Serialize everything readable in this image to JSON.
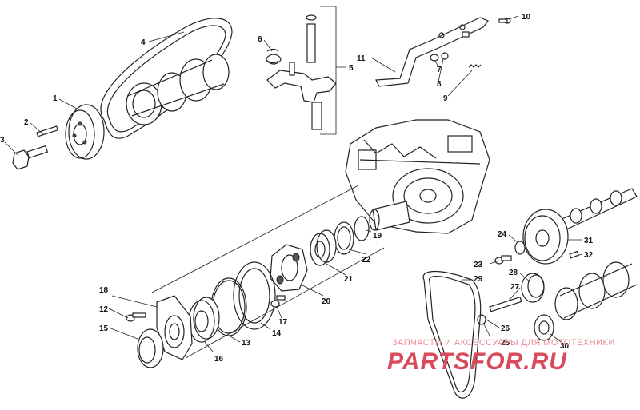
{
  "callouts": {
    "c1": "1",
    "c2": "2",
    "c3": "3",
    "c4": "4",
    "c5": "5",
    "c6": "6",
    "c7": "7",
    "c8": "8",
    "c9": "9",
    "c10": "10",
    "c11": "11",
    "c12": "12",
    "c13": "13",
    "c14": "14",
    "c15": "15",
    "c16": "16",
    "c17": "17",
    "c18": "18",
    "c19": "19",
    "c20": "20",
    "c21": "21",
    "c22": "22",
    "c23": "23",
    "c24": "24",
    "c25": "25",
    "c26": "26",
    "c27": "27",
    "c28": "28",
    "c29": "29",
    "c30": "30",
    "c31": "31",
    "c32": "32"
  },
  "watermark": {
    "tagline": "ЗАПЧАСТИ И АКСЕССУАРЫ ДЛЯ МОТОТЕХНИКИ",
    "brand": "PARTSFOR.RU"
  },
  "colors": {
    "line": "#222222",
    "watermark": "#d94a5a"
  }
}
